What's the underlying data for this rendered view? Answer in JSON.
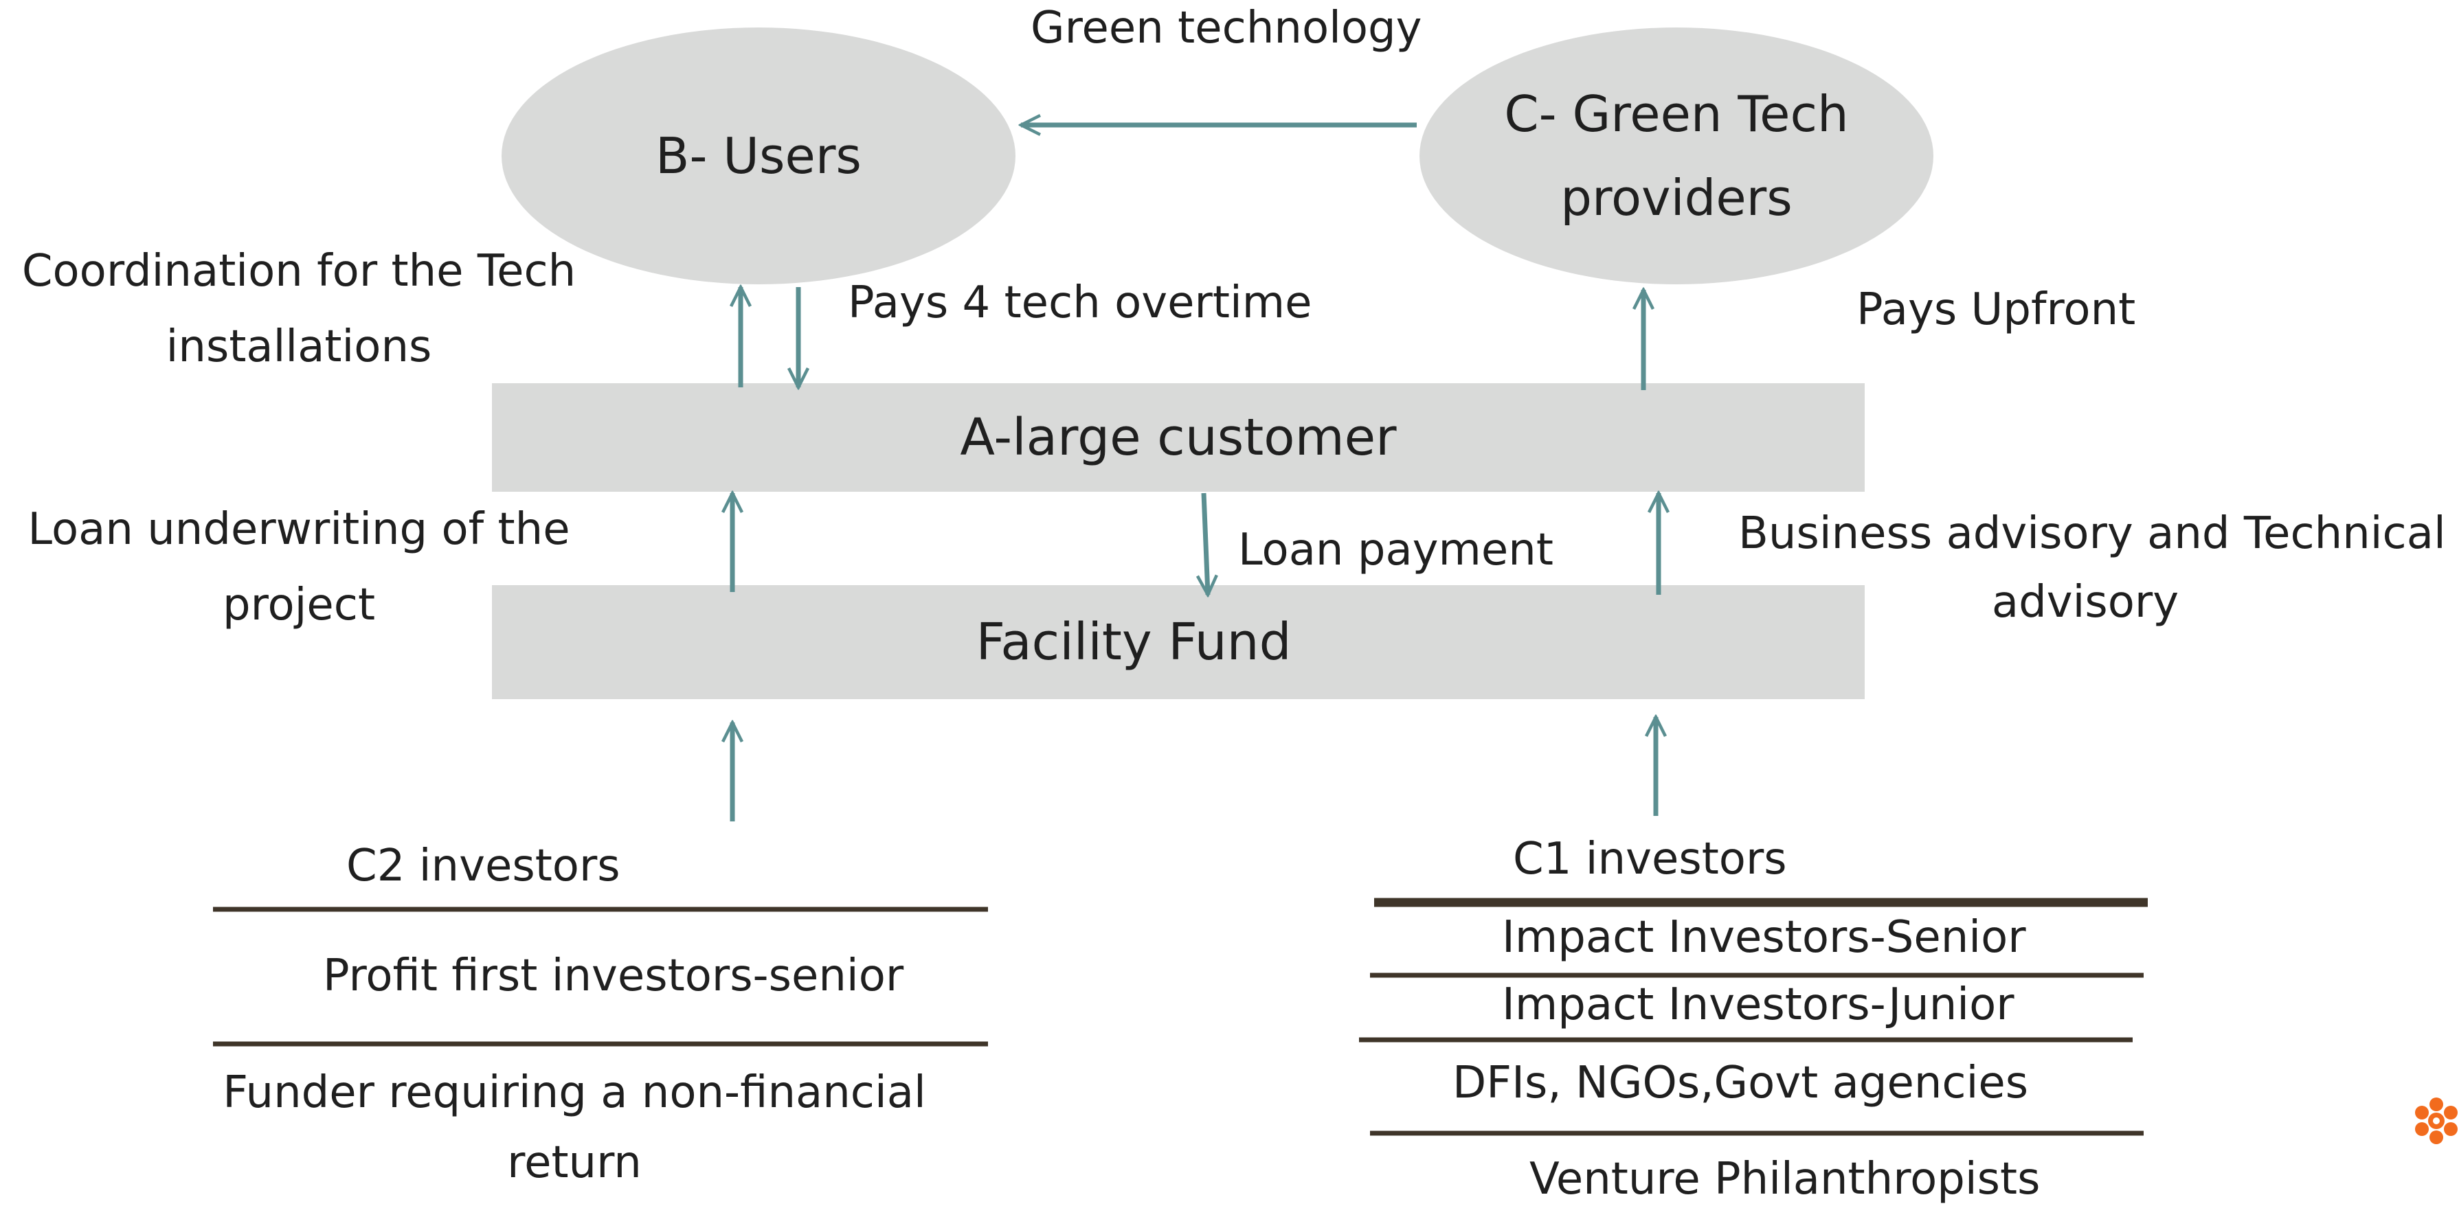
{
  "nodes": {
    "users": "B- Users",
    "providers": [
      "C- Green Tech",
      "providers"
    ],
    "large_customer": "A-large customer",
    "facility_fund": "Facility Fund"
  },
  "flows": {
    "green_technology": "Green technology",
    "coordination": [
      "Coordination for the Tech",
      "installations"
    ],
    "pays_overtime": "Pays 4 tech overtime",
    "pays_upfront": "Pays Upfront",
    "loan_underwriting": [
      "Loan underwriting of the",
      "project"
    ],
    "loan_payment": "Loan payment",
    "advisory": [
      "Business advisory and Technical",
      "advisory"
    ]
  },
  "c2_investors": {
    "title": "C2 investors",
    "tiers": [
      "Profit first investors-senior",
      "Funder requiring a non-financial",
      "return"
    ]
  },
  "c1_investors": {
    "title": "C1 investors",
    "tiers": [
      "Impact Investors-Senior",
      "Impact Investors-Junior",
      "DFIs, NGOs,Govt agencies",
      "Venture Philanthropists"
    ]
  },
  "colors": {
    "node_fill": "#d9dad9",
    "arrow": "#5b8f91",
    "rule": "#3f3529",
    "logo": "#f26b1d"
  },
  "icons": {
    "corner_logo": "orange-flower-logo-icon"
  }
}
